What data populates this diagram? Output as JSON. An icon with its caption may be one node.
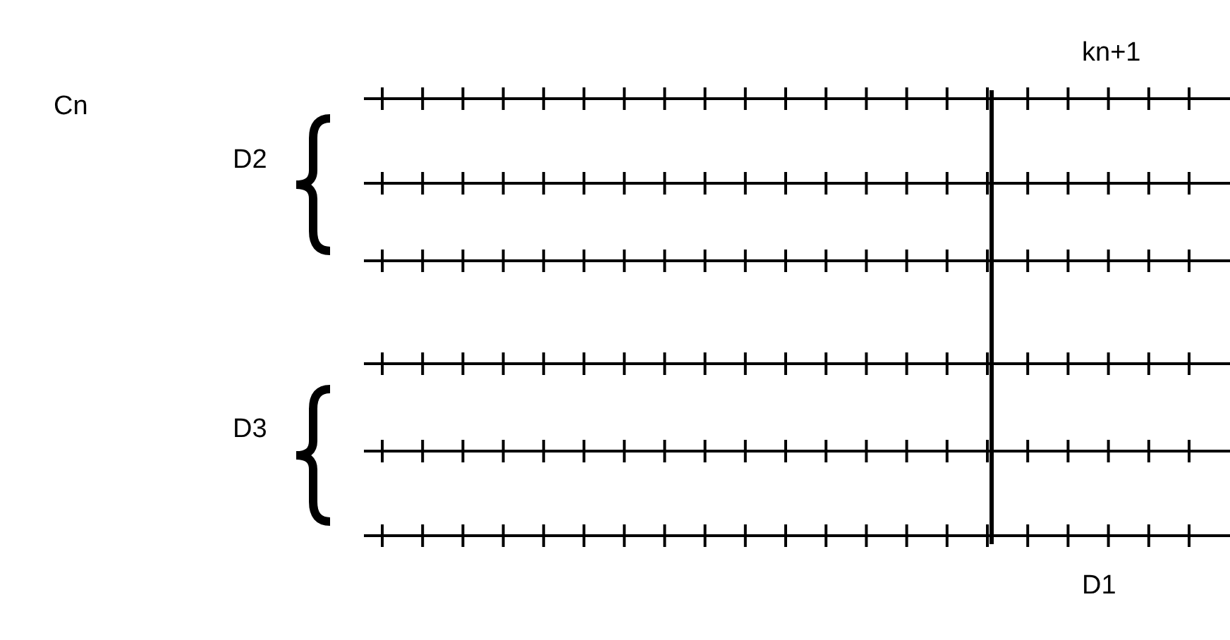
{
  "diagram": {
    "labels": [
      "kn+1",
      "Cn",
      "D2",
      "D3",
      "D1"
    ]
  }
}
